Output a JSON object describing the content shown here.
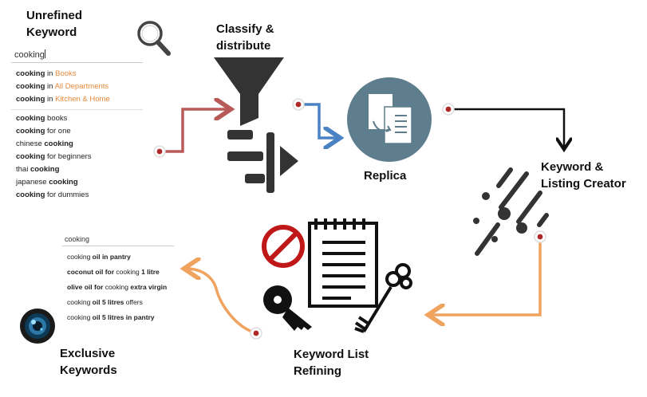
{
  "nodes": {
    "unrefined": {
      "title_line1": "Unrefined",
      "title_line2": "Keyword"
    },
    "classify": {
      "title_line1": "Classify &",
      "title_line2": "distribute"
    },
    "replica": {
      "title": "Replica"
    },
    "creator": {
      "title_line1": "Keyword &",
      "title_line2": "Listing Creator"
    },
    "refining": {
      "title_line1": "Keyword List",
      "title_line2": "Refining"
    },
    "exclusive": {
      "title_line1": "Exclusive",
      "title_line2": "Keywords"
    }
  },
  "search1": {
    "query": "cooking",
    "dept_suggestions": [
      {
        "bold": "cooking",
        "mid": " in ",
        "dept": "Books"
      },
      {
        "bold": "cooking",
        "mid": " in ",
        "dept": "All Departments"
      },
      {
        "bold": "cooking",
        "mid": " in ",
        "dept": "Kitchen & Home"
      }
    ],
    "suggestions": [
      {
        "a": "cooking",
        "b": " books",
        "a_bold": true
      },
      {
        "a": "cooking",
        "b": " for one",
        "a_bold": true
      },
      {
        "a": "chinese ",
        "b": "cooking",
        "a_bold": false
      },
      {
        "a": "cooking",
        "b": " for beginners",
        "a_bold": true
      },
      {
        "a": "thai ",
        "b": "cooking",
        "a_bold": false
      },
      {
        "a": "japanese ",
        "b": "cooking",
        "a_bold": false
      },
      {
        "a": "cooking",
        "b": " for dummies",
        "a_bold": true
      }
    ]
  },
  "search2": {
    "query": "cooking",
    "suggestions": [
      {
        "p1": "cooking ",
        "p1b": false,
        "p2": "oil in pantry",
        "p2b": true,
        "p3": "",
        "p3b": false
      },
      {
        "p1": "coconut oil for ",
        "p1b": true,
        "p2": "cooking",
        "p2b": false,
        "p3": " 1 litre",
        "p3b": true
      },
      {
        "p1": "olive oil for ",
        "p1b": true,
        "p2": "cooking",
        "p2b": false,
        "p3": " extra virgin",
        "p3b": true
      },
      {
        "p1": "cooking ",
        "p1b": false,
        "p2": "oil 5 litres",
        "p2b": true,
        "p3": " offers",
        "p3b": false
      },
      {
        "p1": "cooking ",
        "p1b": false,
        "p2": "oil 5 litres in pantry",
        "p2b": true,
        "p3": "",
        "p3b": false
      }
    ]
  },
  "icons": [
    "magnifier-icon",
    "funnel-icon",
    "distribute-icon",
    "document-copy-icon",
    "streaks-icon",
    "prohibited-icon",
    "notepad-icon",
    "key-icon",
    "ornate-key-icon",
    "camera-lens-icon"
  ],
  "colors": {
    "red_arrow": "#b85a58",
    "blue_arrow": "#4a82c3",
    "black_arrow": "#111111",
    "orange_arrow": "#f0a35e",
    "replica_circle": "#5e7e8d",
    "dark_icon": "#333333",
    "dept_text": "#e8893a"
  }
}
